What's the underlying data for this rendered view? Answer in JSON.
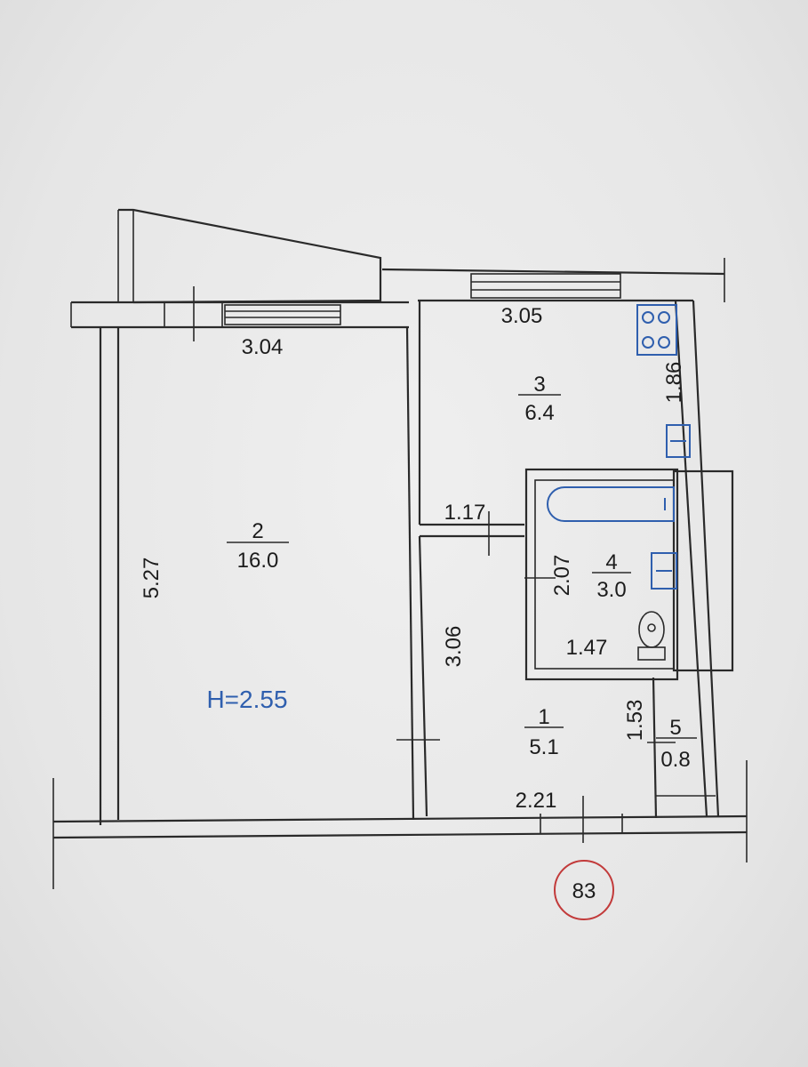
{
  "plan": {
    "ceiling_height": "H=2.55",
    "apartment_number": "83",
    "colors": {
      "fixtures": "#2f5fae",
      "number_ring": "#c23a3a",
      "walls": "#2a2a2a"
    },
    "rooms": [
      {
        "number": "2",
        "area": "16.0"
      },
      {
        "number": "3",
        "area": "6.4"
      },
      {
        "number": "4",
        "area": "3.0"
      },
      {
        "number": "1",
        "area": "5.1"
      },
      {
        "number": "5",
        "area": "0.8"
      }
    ],
    "dimensions": {
      "room2_width": "3.04",
      "room2_length": "5.27",
      "room3_width": "3.05",
      "room3_depth": "1.86",
      "corridor_width": "1.17",
      "bath_height": "2.07",
      "bath_width": "1.47",
      "hall_length": "3.06",
      "hall_width": "2.21",
      "wc_length": "1.53"
    },
    "fixtures": [
      "stove-icon",
      "sink-icon",
      "bathtub-icon",
      "washbasin-icon",
      "toilet-icon"
    ]
  }
}
